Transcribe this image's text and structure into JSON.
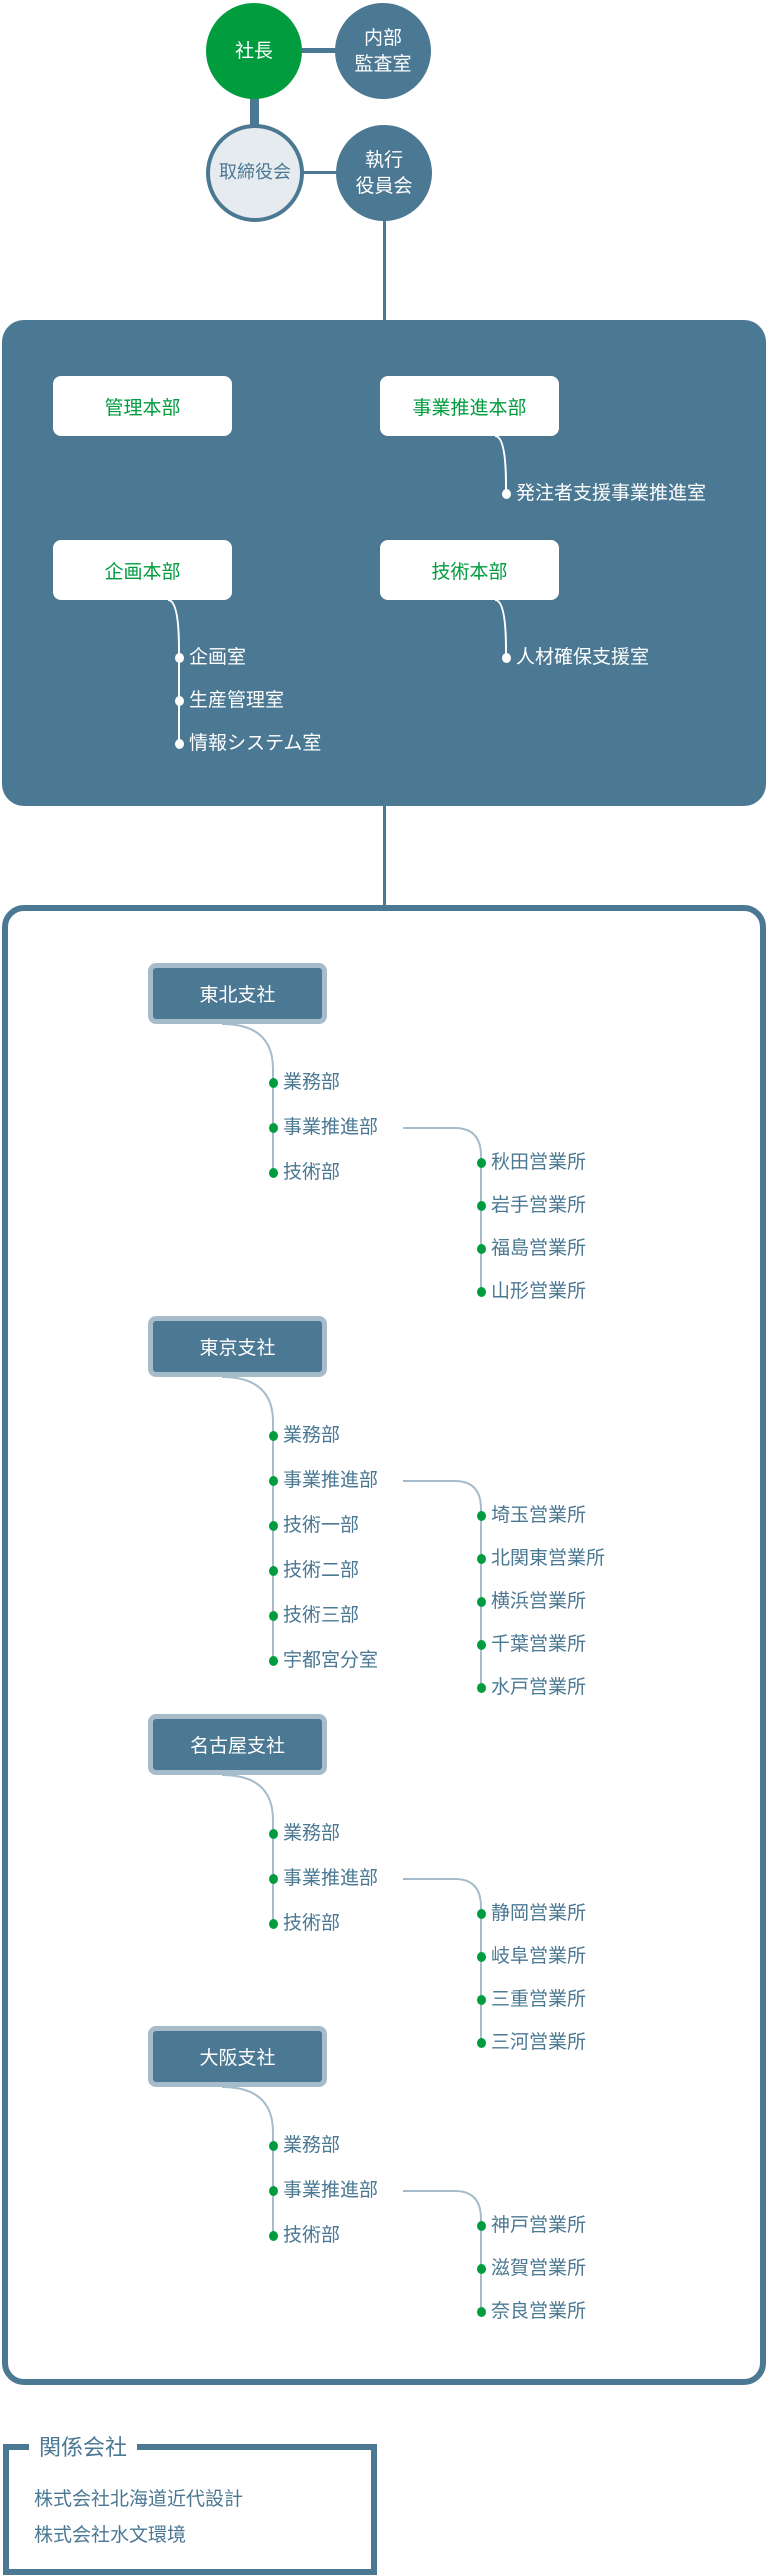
{
  "top": {
    "president": "社長",
    "audit": "内部\n監査室",
    "board": "取締役会",
    "executive": "執行\n役員会"
  },
  "headquarters": [
    {
      "label": "管理本部",
      "subs": []
    },
    {
      "label": "事業推進本部",
      "subs": [
        "発注者支援事業推進室"
      ]
    },
    {
      "label": "企画本部",
      "subs": [
        "企画室",
        "生産管理室",
        "情報システム室"
      ]
    },
    {
      "label": "技術本部",
      "subs": [
        "人材確保支援室"
      ]
    }
  ],
  "branches": [
    {
      "label": "東北支社",
      "depts": [
        "業務部",
        "事業推進部",
        "技術部"
      ],
      "offices": [
        "秋田営業所",
        "岩手営業所",
        "福島営業所",
        "山形営業所"
      ]
    },
    {
      "label": "東京支社",
      "depts": [
        "業務部",
        "事業推進部",
        "技術一部",
        "技術二部",
        "技術三部",
        "宇都宮分室"
      ],
      "offices": [
        "埼玉営業所",
        "北関東営業所",
        "横浜営業所",
        "千葉営業所",
        "水戸営業所"
      ]
    },
    {
      "label": "名古屋支社",
      "depts": [
        "業務部",
        "事業推進部",
        "技術部"
      ],
      "offices": [
        "静岡営業所",
        "岐阜営業所",
        "三重営業所",
        "三河営業所"
      ]
    },
    {
      "label": "大阪支社",
      "depts": [
        "業務部",
        "事業推進部",
        "技術部"
      ],
      "offices": [
        "神戸営業所",
        "滋賀営業所",
        "奈良営業所"
      ]
    }
  ],
  "related": {
    "title": "関係会社",
    "items": [
      "株式会社北海道近代設計",
      "株式会社水文環境"
    ]
  },
  "colors": {
    "green": "#009c3e",
    "blue": "#4b7893",
    "light_blue": "#a6bccb"
  }
}
